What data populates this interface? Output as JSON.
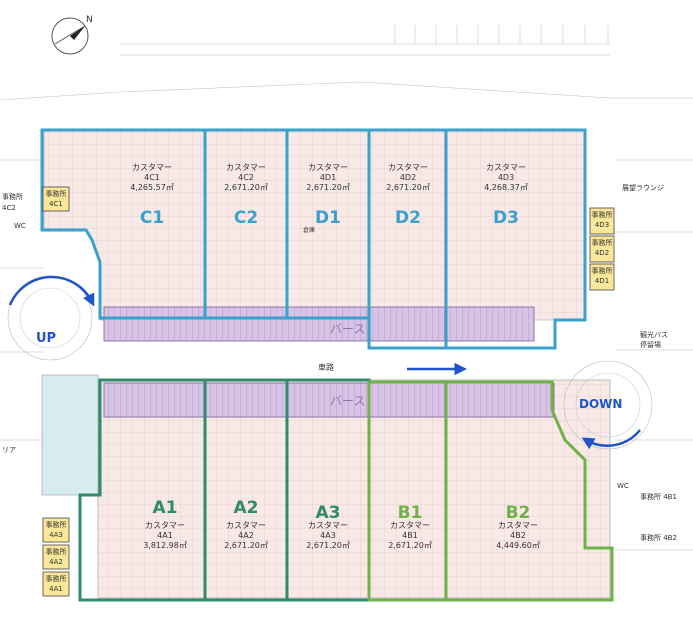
{
  "compass": {
    "north": "N"
  },
  "cells": [
    {
      "id": "C1",
      "customer": "カスタマー",
      "unit": "4C1",
      "area": "4,265.57㎡",
      "color": "#3aa0cc"
    },
    {
      "id": "C2",
      "customer": "カスタマー",
      "unit": "4C2",
      "area": "2,671.20㎡",
      "color": "#3aa0cc"
    },
    {
      "id": "D1",
      "customer": "カスタマー",
      "unit": "4D1",
      "area": "2,671.20㎡",
      "color": "#3aa0cc"
    },
    {
      "id": "D2",
      "customer": "カスタマー",
      "unit": "4D2",
      "area": "2,671.20㎡",
      "color": "#3aa0cc"
    },
    {
      "id": "D3",
      "customer": "カスタマー",
      "unit": "4D3",
      "area": "4,268.37㎡",
      "color": "#3aa0cc"
    },
    {
      "id": "A1",
      "customer": "カスタマー",
      "unit": "4A1",
      "area": "3,812.98㎡",
      "color": "#2f8a6e"
    },
    {
      "id": "A2",
      "customer": "カスタマー",
      "unit": "4A2",
      "area": "2,671.20㎡",
      "color": "#2f8a6e"
    },
    {
      "id": "A3",
      "customer": "カスタマー",
      "unit": "4A3",
      "area": "2,671.20㎡",
      "color": "#2f8a6e"
    },
    {
      "id": "B1",
      "customer": "カスタマー",
      "unit": "4B1",
      "area": "2,671.20㎡",
      "color": "#6fb24a"
    },
    {
      "id": "B2",
      "customer": "カスタマー",
      "unit": "4B2",
      "area": "4,449.60㎡",
      "color": "#6fb24a"
    }
  ],
  "offices": {
    "left": [
      {
        "label": "事務所",
        "unit": "4C1"
      },
      {
        "label": "事務所",
        "unit": "4A3"
      },
      {
        "label": "事務所",
        "unit": "4A2"
      },
      {
        "label": "事務所",
        "unit": "4A1"
      }
    ],
    "right": [
      {
        "label": "事務所",
        "unit": "4D3"
      },
      {
        "label": "事務所",
        "unit": "4D2"
      },
      {
        "label": "事務所",
        "unit": "4D1"
      }
    ]
  },
  "labels": {
    "office_4c2_line1": "事務所",
    "office_4c2_line2": "4C2",
    "wc": "WC",
    "wc_right": "WC",
    "lounge": "展望ラウンジ",
    "bus_line1": "観光バス",
    "bus_line2": "停留場",
    "office_4b1": "事務所 4B1",
    "office_4b2": "事務所 4B2",
    "area_left": "リア",
    "road": "車路",
    "berth_top": "バース",
    "berth_bottom": "バース",
    "up": "UP",
    "down": "DOWN",
    "storage": "倉庫"
  },
  "colors": {
    "floor": "#f8e9e6",
    "berth": "#d8c3e6",
    "top_frame": "#3aa0cc",
    "bottom_frame": "#2f8a6e",
    "b_frame": "#6fb24a",
    "ramp_arrow": "#1f55c8",
    "office_fill": "#fbe79a"
  }
}
